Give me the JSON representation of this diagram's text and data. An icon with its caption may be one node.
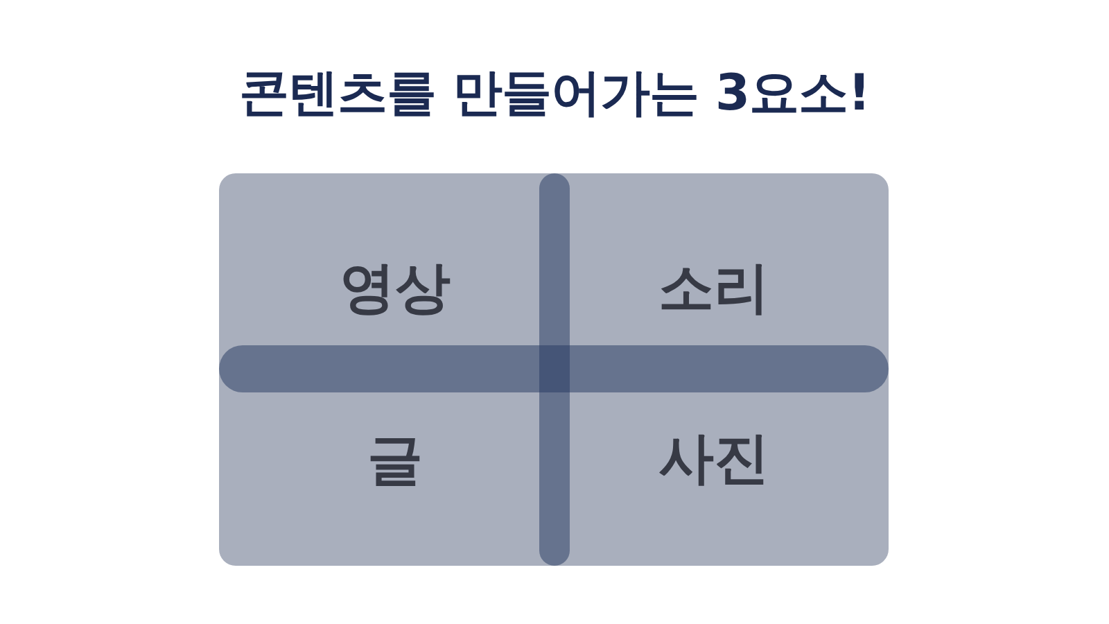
{
  "diagram": {
    "title": "콘텐츠를 만들어가는 3요소!",
    "nodes": [
      {
        "text": [
          "영상",
          "소리",
          "글",
          "사진"
        ]
      },
      {
        "text": [],
        "shape": "bar",
        "in": 0
      },
      {
        "text": [],
        "shape": "bar",
        "in": 0
      }
    ]
  }
}
